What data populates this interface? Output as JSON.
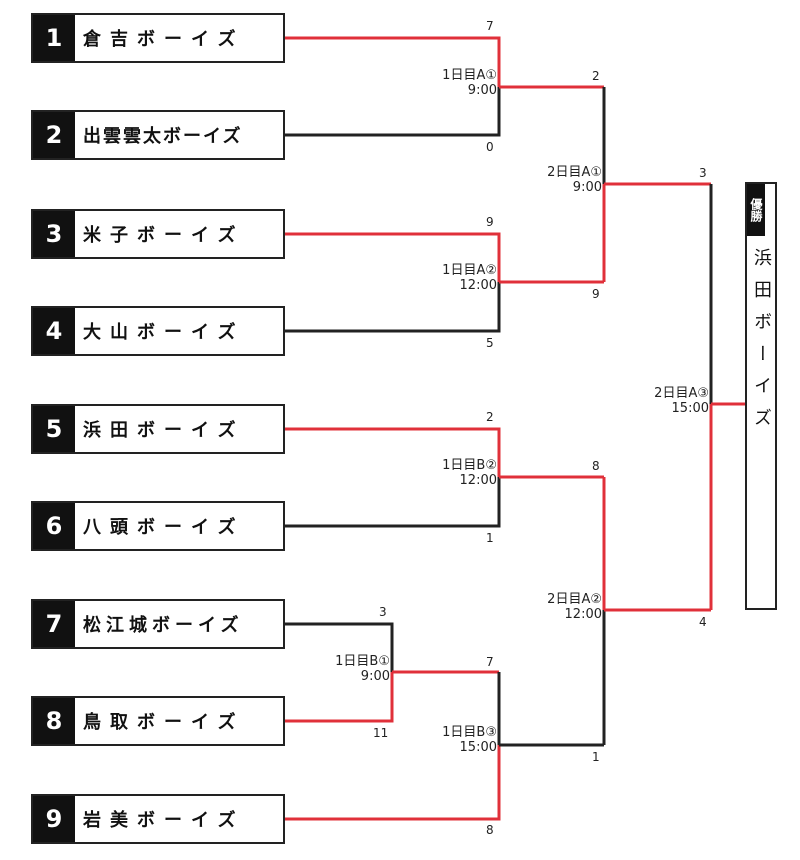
{
  "teams": [
    {
      "seed": "1",
      "name": "倉吉ボーイズ"
    },
    {
      "seed": "2",
      "name": "出雲雲太ボーイズ"
    },
    {
      "seed": "3",
      "name": "米子ボーイズ"
    },
    {
      "seed": "4",
      "name": "大山ボーイズ"
    },
    {
      "seed": "5",
      "name": "浜田ボーイズ"
    },
    {
      "seed": "6",
      "name": "八頭ボーイズ"
    },
    {
      "seed": "7",
      "name": "松江城ボーイズ"
    },
    {
      "seed": "8",
      "name": "鳥取ボーイズ"
    },
    {
      "seed": "9",
      "name": "岩美ボーイズ"
    }
  ],
  "matches": {
    "d1a1": {
      "label": "1日目A①",
      "time": "9:00",
      "score_top": "7",
      "score_bottom": "0"
    },
    "d1a2": {
      "label": "1日目A②",
      "time": "12:00",
      "score_top": "9",
      "score_bottom": "5"
    },
    "d1b2": {
      "label": "1日目B②",
      "time": "12:00",
      "score_top": "2",
      "score_bottom": "1"
    },
    "d1b1": {
      "label": "1日目B①",
      "time": "9:00",
      "score_top": "3",
      "score_bottom": "11"
    },
    "d1b3": {
      "label": "1日目B③",
      "time": "15:00",
      "score_top": "7",
      "score_bottom": "8"
    },
    "d2a1": {
      "label": "2日目A①",
      "time": "9:00",
      "score_top": "2",
      "score_bottom": "9"
    },
    "d2a2": {
      "label": "2日目A②",
      "time": "12:00",
      "score_top": "8",
      "score_bottom": "1"
    },
    "d2a3": {
      "label": "2日目A③",
      "time": "15:00",
      "score_top": "3",
      "score_bottom": "4"
    }
  },
  "champion": {
    "header": "優勝",
    "name": "浜田ボーイズ"
  },
  "colors": {
    "winner_line": "#e0303a",
    "loser_line": "#222222"
  }
}
